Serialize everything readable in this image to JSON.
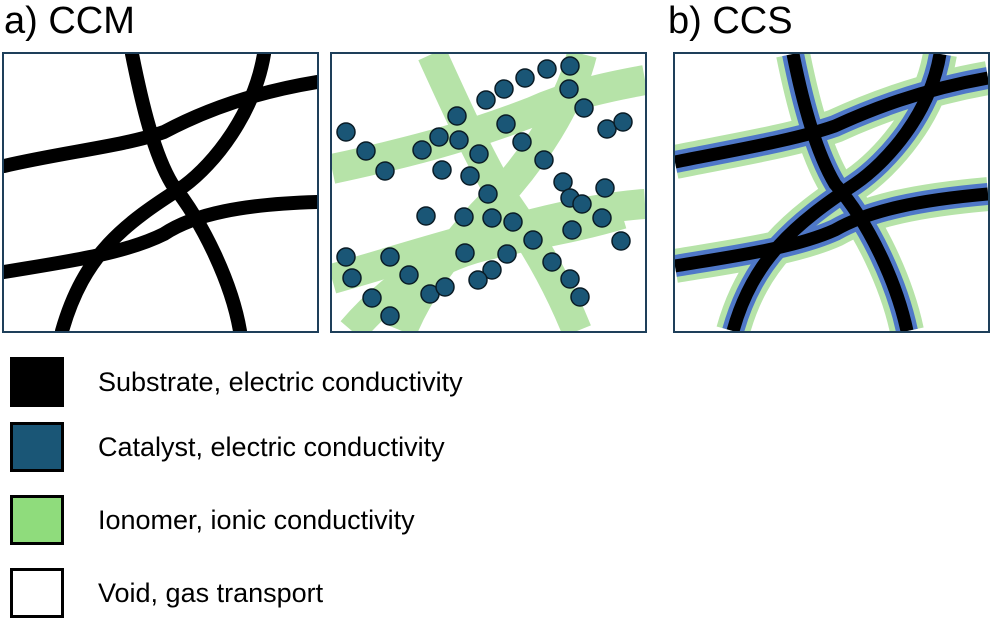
{
  "panels": {
    "a": {
      "label": "a) CCM"
    },
    "b": {
      "label": "b) CCS"
    }
  },
  "legend": [
    {
      "label": "Substrate, electric conductivity",
      "color": "#000000"
    },
    {
      "label": "Catalyst, electric conductivity",
      "color": "#1a5676"
    },
    {
      "label": "Ionomer, ionic conductivity",
      "color": "#8fdc7c"
    },
    {
      "label": "Void, gas transport",
      "color": "#ffffff"
    }
  ],
  "colors": {
    "substrate": "#000000",
    "catalyst": "#1a5676",
    "ionomer_band": "#b6e3a8",
    "ccs_catalyst_coat": "#4f78c8",
    "panel_border": "#1e3f5a"
  }
}
